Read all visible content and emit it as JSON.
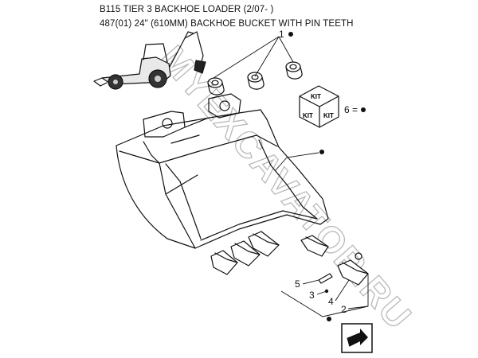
{
  "header": {
    "title_line1": "B115 TIER 3 BACKHOE LOADER (2/07- )",
    "title_line2": "487(01) 24\" (610MM) BACKHOE BUCKET WITH PIN TEETH"
  },
  "callouts": {
    "c1": "1",
    "c2": "2",
    "c3": "3",
    "c4": "4",
    "c5": "5",
    "c6": "6 ="
  },
  "kit_labels": {
    "top": "KIT",
    "left": "KIT",
    "right": "KIT"
  },
  "watermark": "MYEXCAVATOR.RU",
  "icons": {
    "machine": "backhoe-loader-icon",
    "navigation": "next-page-arrow-icon",
    "kit": "kit-box-icon"
  }
}
